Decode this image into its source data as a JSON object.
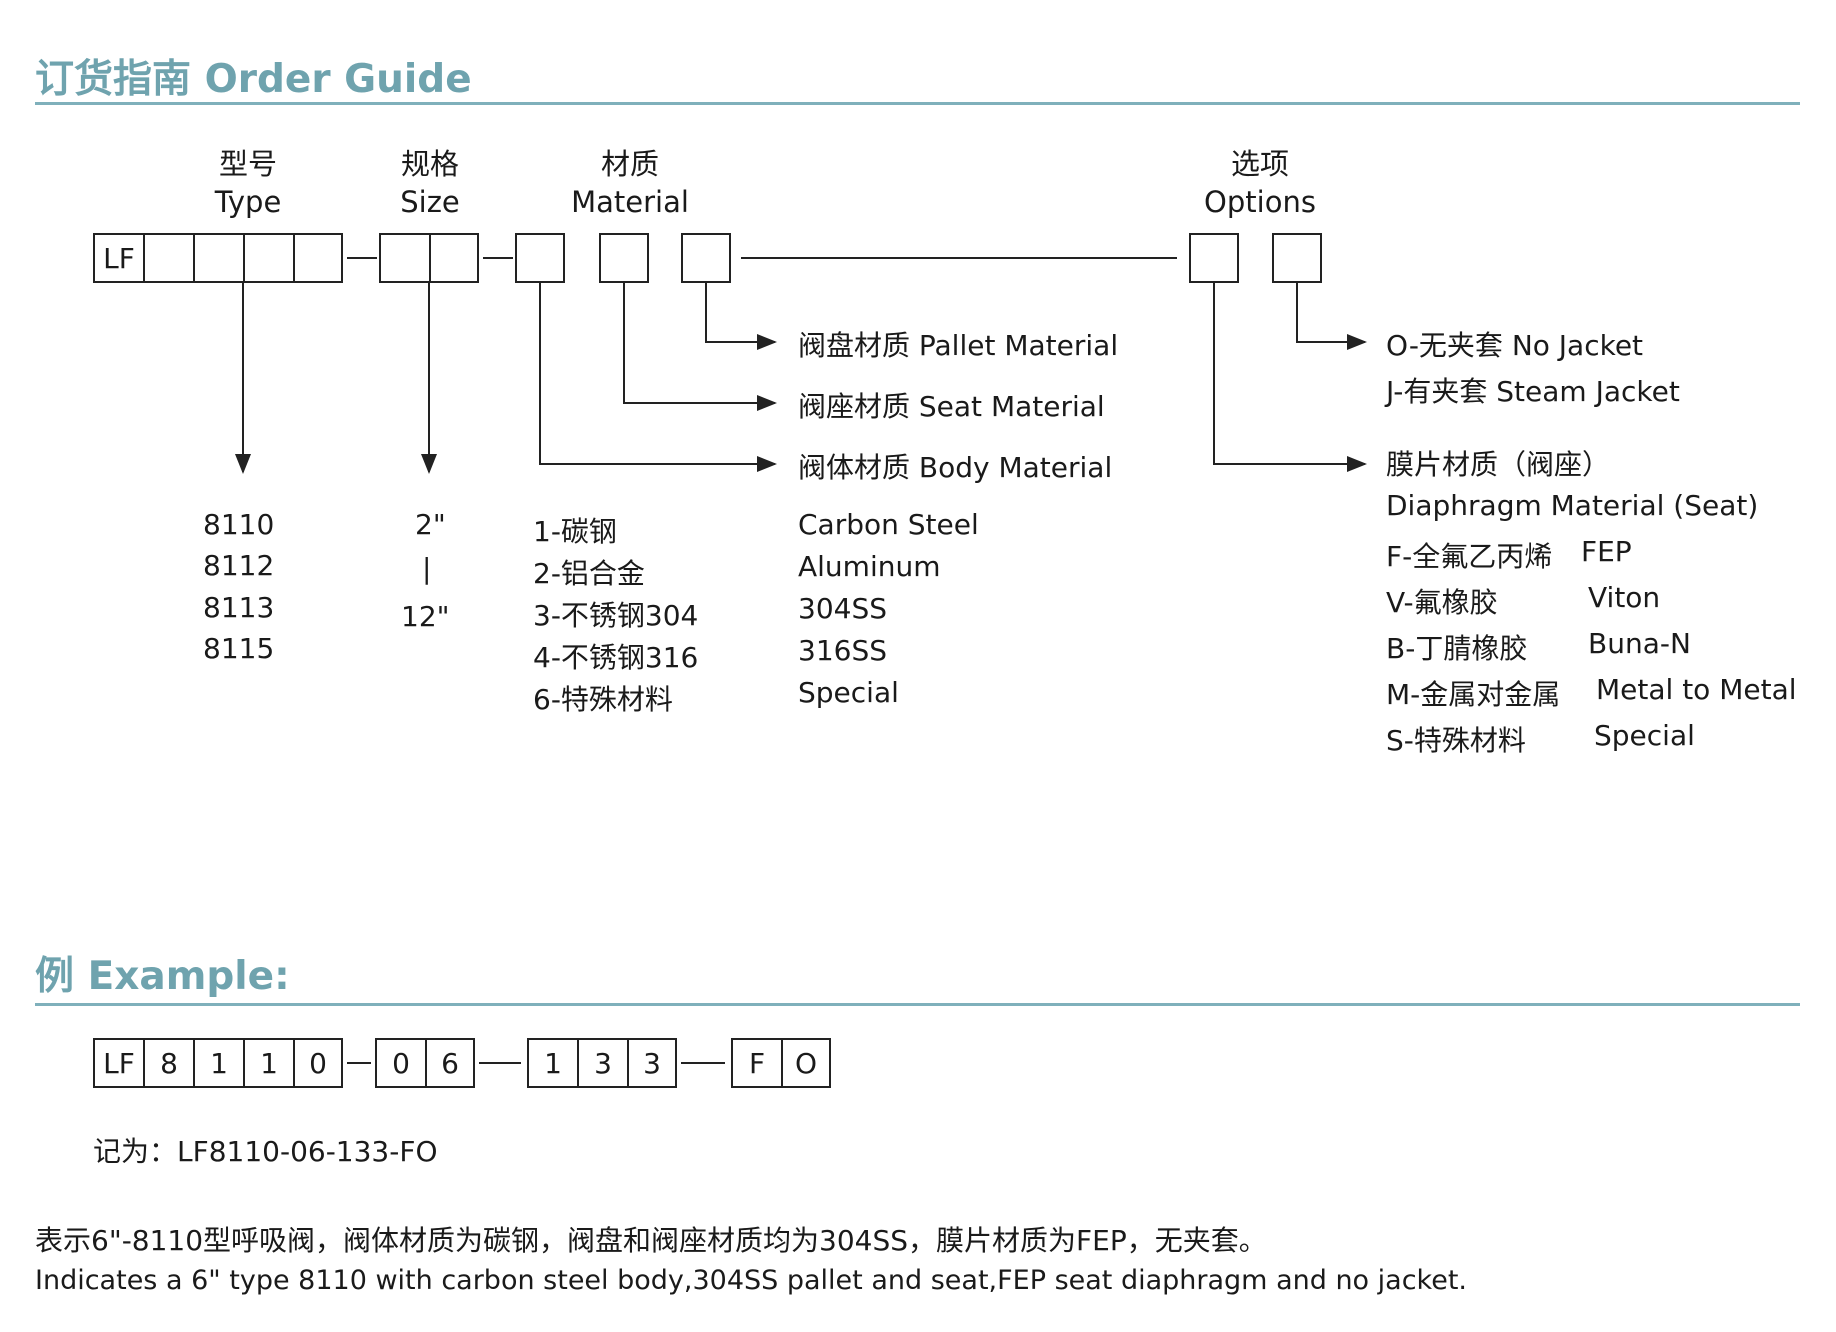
{
  "order_guide": {
    "title": "订货指南 Order Guide",
    "headers": {
      "type": [
        "型号",
        "Type"
      ],
      "size": [
        "规格",
        "Size"
      ],
      "material": [
        "材质",
        "Material"
      ],
      "options": [
        "选项",
        "Options"
      ]
    },
    "prefix": "LF",
    "targets": {
      "pallet": "阀盘材质 Pallet Material",
      "seat": "阀座材质 Seat Material",
      "body": "阀体材质 Body Material",
      "jacket_o": "O-无夹套 No Jacket",
      "jacket_j": "J-有夹套 Steam Jacket",
      "diaphragm_cn": "膜片材质（阀座）",
      "diaphragm_en": "Diaphragm Material (Seat)"
    },
    "types": [
      "8110",
      "8112",
      "8113",
      "8115"
    ],
    "sizes": {
      "from": "2\"",
      "sep": "|",
      "to": "12\""
    },
    "materials": [
      {
        "code": "1-碳钢",
        "en": "Carbon Steel"
      },
      {
        "code": "2-铝合金",
        "en": "Aluminum"
      },
      {
        "code": "3-不锈钢304",
        "en": "304SS"
      },
      {
        "code": "4-不锈钢316",
        "en": "316SS"
      },
      {
        "code": "6-特殊材料",
        "en": "Special"
      }
    ],
    "diaphragms": [
      {
        "code": "F-全氟乙丙烯",
        "en": "FEP"
      },
      {
        "code": "V-氟橡胶",
        "en": "Viton"
      },
      {
        "code": "B-丁腈橡胶",
        "en": "Buna-N"
      },
      {
        "code": "M-金属对金属",
        "en": "Metal to Metal"
      },
      {
        "code": "S-特殊材料",
        "en": "Special"
      }
    ]
  },
  "example": {
    "title": "例 Example:",
    "group1": [
      "LF",
      "8",
      "1",
      "1",
      "0"
    ],
    "group2": [
      "0",
      "6"
    ],
    "group3": [
      "1",
      "3",
      "3"
    ],
    "group4": [
      "F",
      "O"
    ],
    "recorded_as": "记为：LF8110-06-133-FO",
    "desc_cn": "表示6\"-8110型呼吸阀，阀体材质为碳钢，阀盘和阀座材质均为304SS，膜片材质为FEP，无夹套。",
    "desc_en": "Indicates a 6\" type 8110 with carbon steel body,304SS pallet and seat,FEP seat diaphragm and no jacket."
  }
}
